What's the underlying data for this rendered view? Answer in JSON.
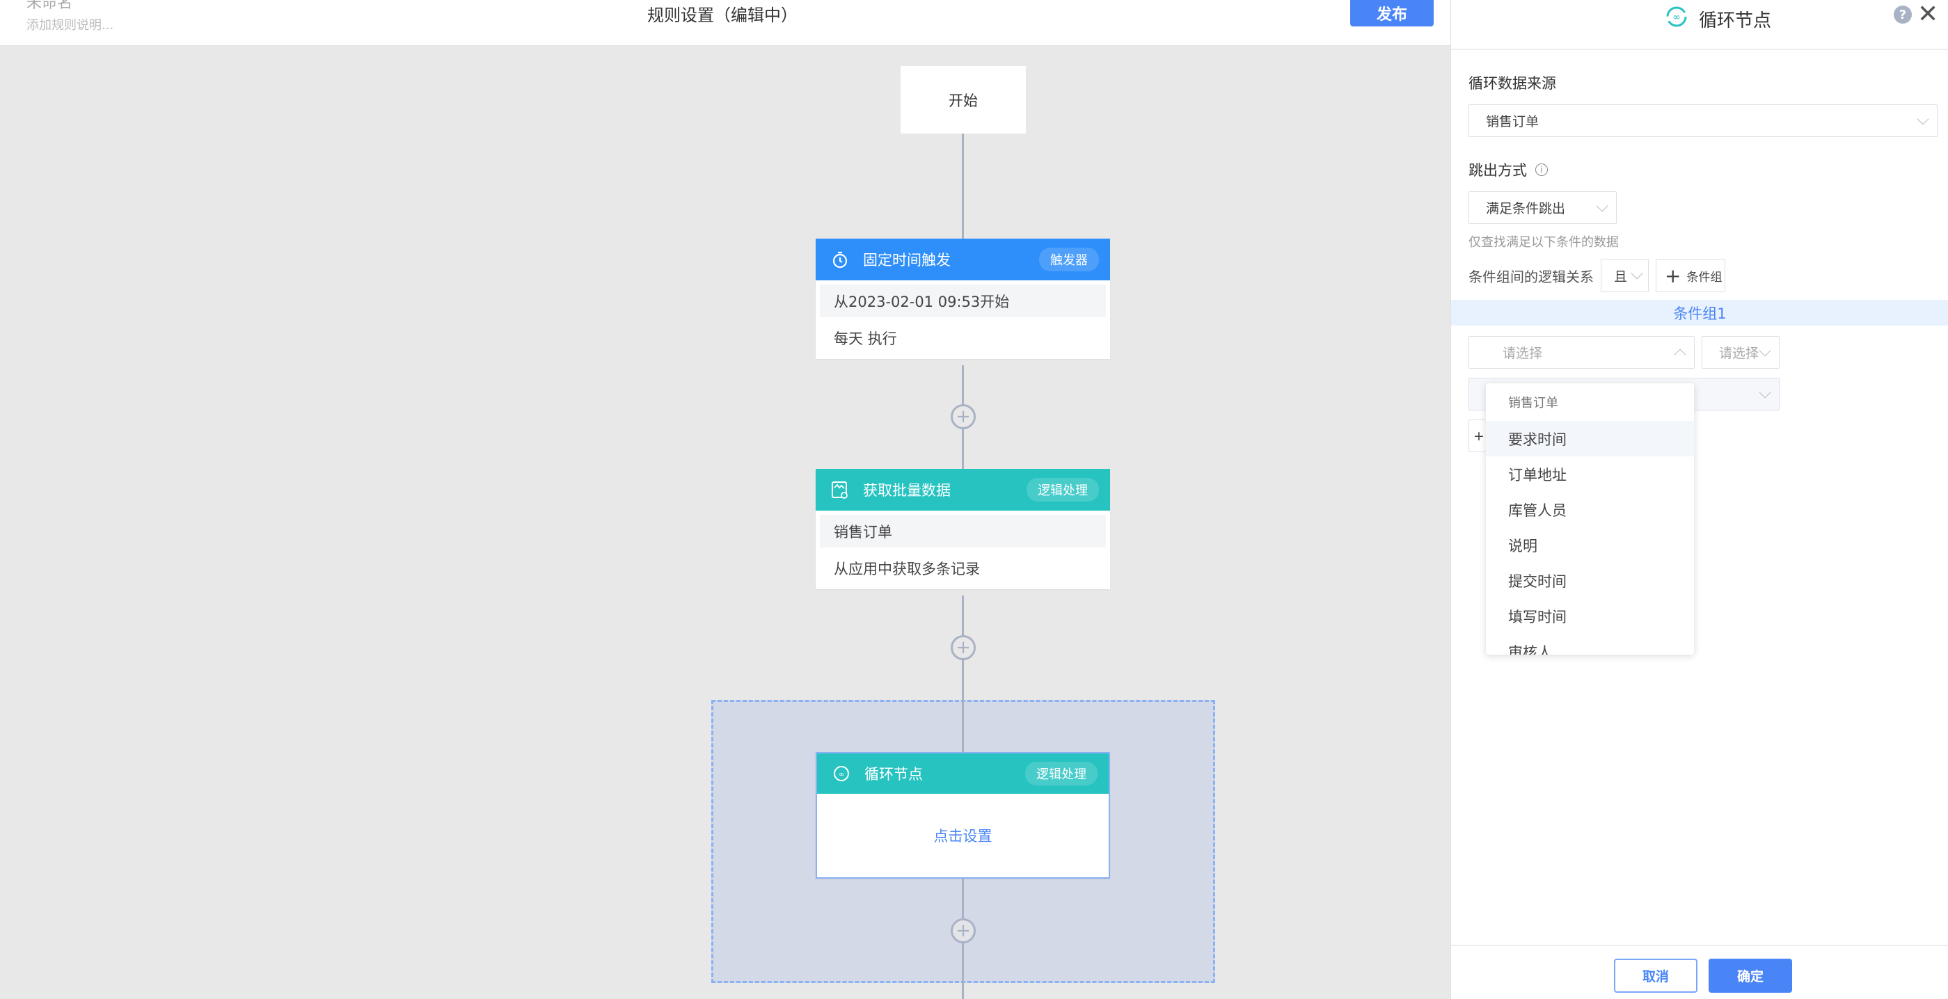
{
  "header": {
    "rule_name": "未命名",
    "rule_desc_placeholder": "添加规则说明...",
    "title": "规则设置（编辑中）",
    "publish_label": "发布"
  },
  "canvas": {
    "start_label": "开始",
    "nodes": [
      {
        "title": "固定时间触发",
        "badge": "触发器",
        "icon": "timer-icon",
        "color": "#2e8ffa",
        "row1": "从2023-02-01 09:53开始",
        "row2": "每天 执行"
      },
      {
        "title": "获取批量数据",
        "badge": "逻辑处理",
        "icon": "data-fetch-icon",
        "color": "#27c3c1",
        "row1": "销售订单",
        "row2": "从应用中获取多条记录"
      },
      {
        "title": "循环节点",
        "badge": "逻辑处理",
        "icon": "loop-icon",
        "color": "#27c3c1",
        "action": "点击设置"
      }
    ],
    "add_icon": "plus-circle-icon"
  },
  "panel": {
    "title": "循环节点",
    "source_label": "循环数据来源",
    "source_value": "销售订单",
    "exit_label": "跳出方式",
    "exit_value": "满足条件跳出",
    "hint": "仅查找满足以下条件的数据",
    "logic_label": "条件组间的逻辑关系",
    "logic_value": "且",
    "add_group_label": "条件组",
    "group_title": "条件组1",
    "field_placeholder": "请选择",
    "op_placeholder": "请选择",
    "dropdown": {
      "group": "销售订单",
      "items": [
        "要求时间",
        "订单地址",
        "库管人员",
        "说明",
        "提交时间",
        "填写时间",
        "审核人"
      ]
    },
    "cancel_label": "取消",
    "ok_label": "确定"
  },
  "colors": {
    "primary": "#4a85f7",
    "trigger": "#2e8ffa",
    "logic": "#27c3c1"
  }
}
